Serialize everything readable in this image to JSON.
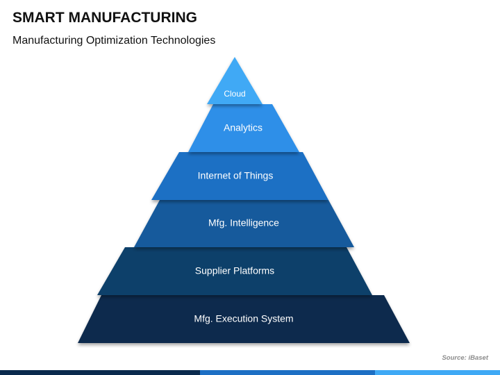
{
  "header": {
    "title": "SMART MANUFACTURING",
    "subtitle": "Manufacturing Optimization Technologies"
  },
  "pyramid": {
    "levels": [
      {
        "label": "Cloud",
        "color": "#3fa9f5"
      },
      {
        "label": "Analytics",
        "color": "#2f8fe8"
      },
      {
        "label": "Internet of Things",
        "color": "#1d6fc4"
      },
      {
        "label": "Mfg. Intelligence",
        "color": "#145a9c"
      },
      {
        "label": "Supplier Platforms",
        "color": "#0d3f6b"
      },
      {
        "label": "Mfg. Execution System",
        "color": "#0a2a4d"
      }
    ]
  },
  "footer": {
    "source": "Source: iBaset",
    "bar_colors": [
      "#0a2a4d",
      "#1d6fc4",
      "#3fa9f5"
    ]
  }
}
